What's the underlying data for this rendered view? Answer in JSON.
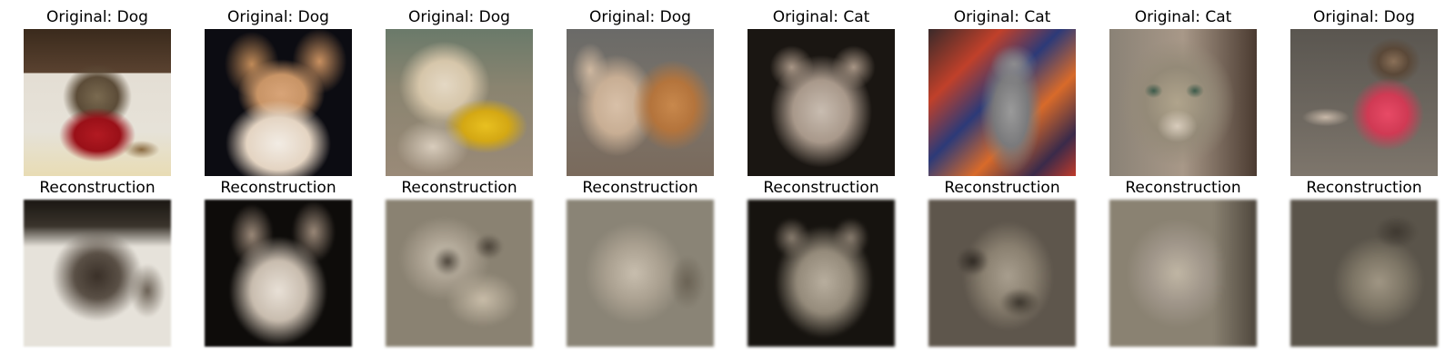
{
  "top_row": [
    {
      "title": "Original: Dog",
      "image": "photo of a small fluffy dog wearing a red sweater"
    },
    {
      "title": "Original: Dog",
      "image": "photo of a tan and white corgi puppy sitting on a dark background"
    },
    {
      "title": "Original: Dog",
      "image": "photo of a light-colored dog holding a yellow toy"
    },
    {
      "title": "Original: Dog",
      "image": "photo of two light-brown dogs seen from behind"
    },
    {
      "title": "Original: Cat",
      "image": "blurry photo of a pale cat on a dark background"
    },
    {
      "title": "Original: Cat",
      "image": "photo of a gray tabby cat sitting on a colorful blanket"
    },
    {
      "title": "Original: Cat",
      "image": "close-up photo of a tabby cat face"
    },
    {
      "title": "Original: Dog",
      "image": "photo of a pug wearing a pink sweater"
    }
  ],
  "bottom_row": [
    {
      "title": "Reconstruction",
      "image": "blurry grayscale-brown reconstruction of the dog"
    },
    {
      "title": "Reconstruction",
      "image": "blurry reconstruction of the corgi puppy"
    },
    {
      "title": "Reconstruction",
      "image": "blurry reconstruction of the dog with toy"
    },
    {
      "title": "Reconstruction",
      "image": "blurry reconstruction of the two dogs"
    },
    {
      "title": "Reconstruction",
      "image": "blurry reconstruction of the pale cat"
    },
    {
      "title": "Reconstruction",
      "image": "blurry reconstruction of the tabby cat"
    },
    {
      "title": "Reconstruction",
      "image": "blurry reconstruction of the tabby cat face"
    },
    {
      "title": "Reconstruction",
      "image": "blurry reconstruction of the pug"
    }
  ]
}
